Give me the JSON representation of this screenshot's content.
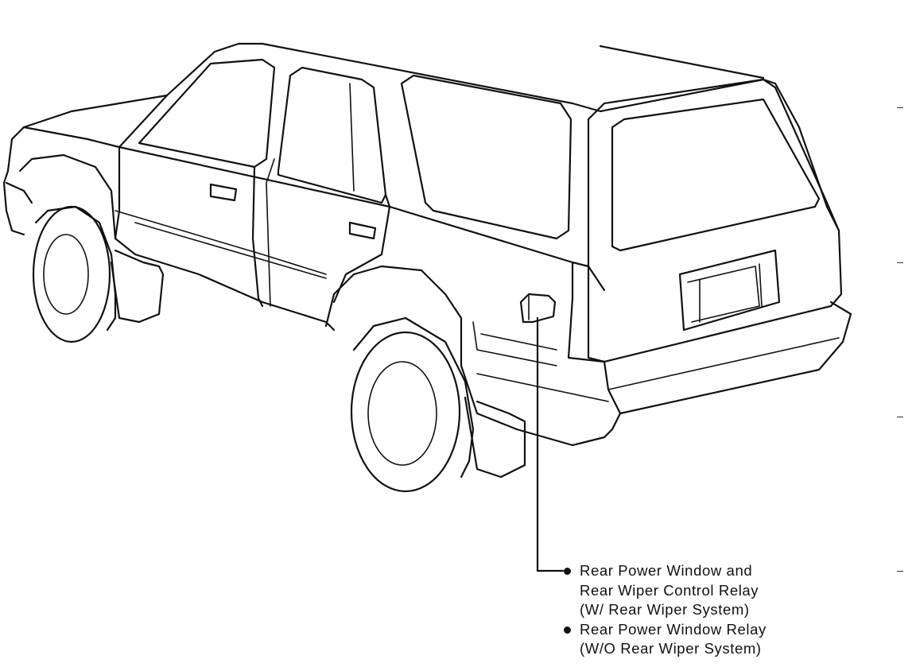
{
  "callout": {
    "items": [
      {
        "lines": [
          "Rear Power Window and",
          "Rear Wiper Control Relay",
          "(W/ Rear Wiper System)"
        ]
      },
      {
        "lines": [
          "Rear Power Window Relay",
          "(W/O Rear Wiper System)"
        ]
      }
    ]
  },
  "colors": {
    "line": "#111111",
    "background": "#ffffff"
  }
}
